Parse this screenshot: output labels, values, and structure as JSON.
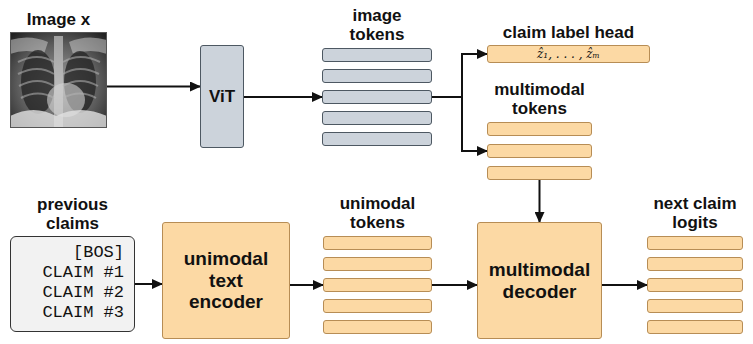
{
  "diagram": {
    "nodes": [
      {
        "text": [
          "Image x"
        ]
      },
      {
        "text": [
          "ViT"
        ]
      },
      {
        "text": [
          "image tokens"
        ]
      },
      {
        "text": [
          "claim label head",
          "ẑ₁, . . . , ẑₘ"
        ]
      },
      {
        "text": [
          "multimodal tokens"
        ]
      },
      {
        "text": [
          "previous claims",
          "[BOS]",
          "CLAIM #1",
          "CLAIM #2",
          "CLAIM #3"
        ]
      },
      {
        "text": [
          "unimodal text encoder"
        ]
      },
      {
        "text": [
          "unimodal tokens"
        ]
      },
      {
        "text": [
          "multimodal decoder"
        ]
      },
      {
        "text": [
          "next claim logits"
        ]
      }
    ],
    "edges": [
      {
        "from": 0,
        "to": 1,
        "arrow": "to"
      },
      {
        "from": 1,
        "to": 2,
        "arrow": "to"
      },
      {
        "from": 2,
        "to": 3,
        "arrow": "to"
      },
      {
        "from": 2,
        "to": 4,
        "arrow": "to"
      },
      {
        "from": 4,
        "to": 8,
        "arrow": "to"
      },
      {
        "from": 5,
        "to": 6,
        "arrow": "to"
      },
      {
        "from": 6,
        "to": 7,
        "arrow": "to"
      },
      {
        "from": 7,
        "to": 8,
        "arrow": "to"
      },
      {
        "from": 8,
        "to": 9,
        "arrow": "to"
      }
    ]
  }
}
